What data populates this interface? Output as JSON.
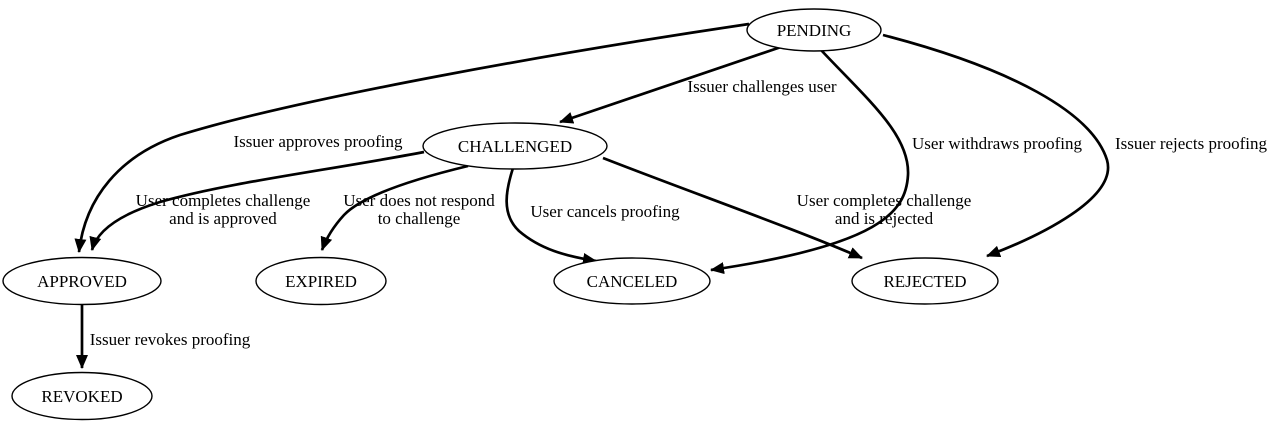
{
  "diagram": {
    "type": "state-transition-diagram",
    "background_color": "#ffffff",
    "line_color": "#000000",
    "text_color": "#000000",
    "nodes": [
      {
        "id": "pending",
        "label": "PENDING"
      },
      {
        "id": "challenged",
        "label": "CHALLENGED"
      },
      {
        "id": "approved",
        "label": "APPROVED"
      },
      {
        "id": "expired",
        "label": "EXPIRED"
      },
      {
        "id": "canceled",
        "label": "CANCELED"
      },
      {
        "id": "rejected",
        "label": "REJECTED"
      },
      {
        "id": "revoked",
        "label": "REVOKED"
      }
    ],
    "edges": [
      {
        "from": "PENDING",
        "to": "CHALLENGED",
        "label": "Issuer challenges user"
      },
      {
        "from": "PENDING",
        "to": "APPROVED",
        "label": "Issuer approves proofing"
      },
      {
        "from": "PENDING",
        "to": "CANCELED",
        "label": "User withdraws proofing"
      },
      {
        "from": "PENDING",
        "to": "REJECTED",
        "label": "Issuer rejects proofing"
      },
      {
        "from": "CHALLENGED",
        "to": "APPROVED",
        "label": "User completes challenge and is approved",
        "lines": [
          "User completes challenge",
          "and is approved"
        ]
      },
      {
        "from": "CHALLENGED",
        "to": "EXPIRED",
        "label": "User does not respond to challenge",
        "lines": [
          "User does not respond",
          "to challenge"
        ]
      },
      {
        "from": "CHALLENGED",
        "to": "CANCELED",
        "label": "User cancels proofing"
      },
      {
        "from": "CHALLENGED",
        "to": "REJECTED",
        "label": "User completes challenge and is rejected",
        "lines": [
          "User completes challenge",
          "and is rejected"
        ]
      },
      {
        "from": "APPROVED",
        "to": "REVOKED",
        "label": "Issuer revokes proofing"
      }
    ]
  }
}
